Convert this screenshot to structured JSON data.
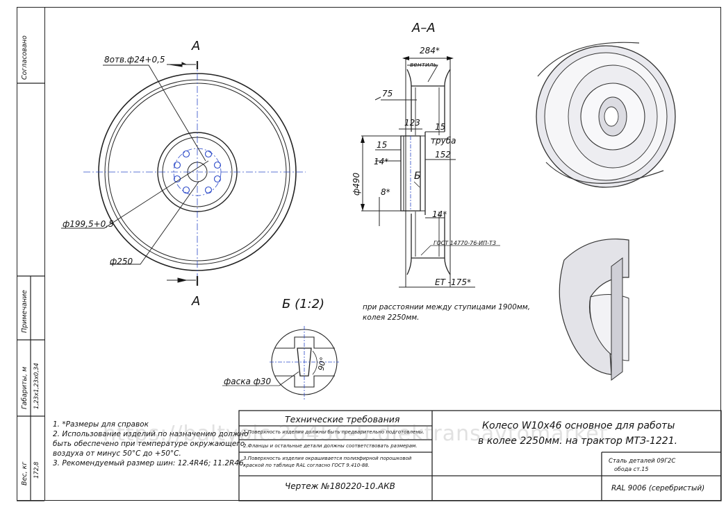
{
  "side": {
    "soglasovano": "Согласовано",
    "primechanie": "Примечание",
    "gabarity_label": "Габариты, м",
    "gabarity_value": "1,23х1,23х0,34",
    "ves_label": "Вес, кг",
    "ves_value": "172,8"
  },
  "front_view": {
    "section_a": "A",
    "holes": "8отв.ф24+0,5",
    "d1995": "ф199,5+0,5",
    "d250": "ф250"
  },
  "section_view": {
    "title": "А–А",
    "d284": "284*",
    "ventil": "вентиль",
    "d75": "75",
    "d123": "123",
    "d15a": "15",
    "truba": "труба",
    "d152": "152",
    "d15b": "15",
    "d14a": "14*",
    "d490": "ф490",
    "b_mark": "Б",
    "d8": "8*",
    "d14b": "14*",
    "gost": "ГОСТ 14770-76-ИП-Т3",
    "et": "ET -175*"
  },
  "detail": {
    "title": "Б (1:2)",
    "angle": "90°",
    "faska": "фаска ф30"
  },
  "distance_note": {
    "line1": "при расстоянии между ступицами 1900мм,",
    "line2": "колея 2250мм."
  },
  "notes": [
    "1. *Размеры для справок",
    "2. Использование изделий по назначению должно",
    "быть обеспечено при температуре окружающего",
    "воздуха от минус 50°С до +50°С.",
    "3. Рекомендуемый размер шин: 12.4R46; 11.2R46."
  ],
  "tech_req": {
    "title": "Технические требования",
    "r1": "1.Поверхность изделия должны быть предварительно подготовлены.",
    "r2": "2.Фланцы и остальные детали должны соответствовать размерам.",
    "r3a": "3.Поверхность изделия окрашивается полиэфирной порошковой",
    "r3b": "краской по таблице RAL согласно ГОСТ 9.410-88."
  },
  "title_block": {
    "name1": "Колесо W10x46 основное для работы",
    "name2": "в колее 2250мм. на трактор МТЗ-1221.",
    "drawing": "Чертеж №180220-10.АКВ",
    "steel1": "Сталь деталей 09Г2С",
    "steel2": "обода ст.15",
    "ral": "RAL 9006 (серебристый)"
  },
  "watermark": "https://baltyolc.26456-5.diektransavtomarket..."
}
